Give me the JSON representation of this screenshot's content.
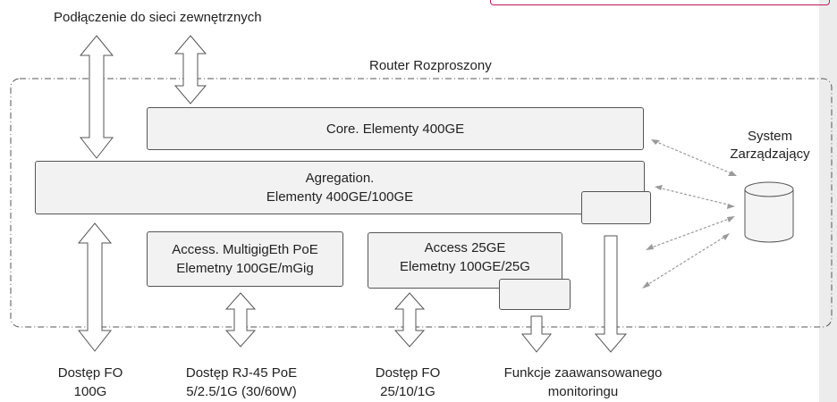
{
  "top_label": "Podłączenie do sieci zewnętrznych",
  "router_label": "Router Rozproszony",
  "core": {
    "line1": "Core. Elementy 400GE"
  },
  "agregation": {
    "line1": "Agregation.",
    "line2": "Elementy 400GE/100GE"
  },
  "access_multigig": {
    "line1": "Access. MultigigEth PoE",
    "line2": "Elemetny 100GE/mGig"
  },
  "access_25": {
    "line1": "Access 25GE",
    "line2": "Elemetny 100GE/25G"
  },
  "system": {
    "line1": "System",
    "line2": "Zarządzający"
  },
  "bottom": {
    "fo100_1": "Dostęp FO",
    "fo100_2": "100G",
    "rj45_1": "Dostęp RJ-45 PoE",
    "rj45_2": "5/2.5/1G (30/60W)",
    "fo25_1": "Dostęp FO",
    "fo25_2": "25/10/1G",
    "mon_1": "Funkcje zaawansowanego",
    "mon_2": "monitoringu"
  },
  "colors": {
    "box_fill": "#f2f2f2",
    "stroke": "#555555",
    "dotted_arrow": "#9a9a9a",
    "accent_pink": "#c2185b"
  }
}
